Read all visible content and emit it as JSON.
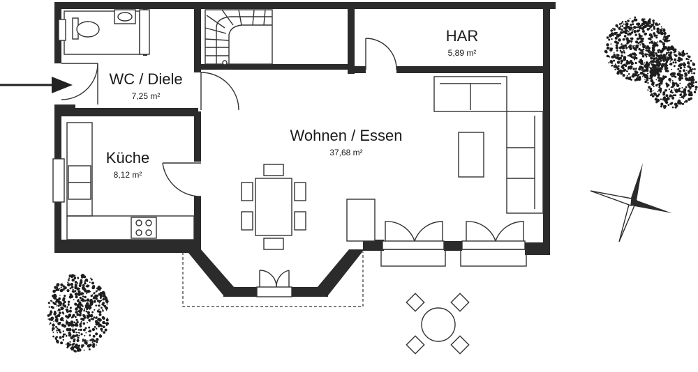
{
  "rooms": [
    {
      "name": "WC / Diele",
      "area": "7,25 m²"
    },
    {
      "name": "Küche",
      "area": "8,12 m²"
    },
    {
      "name": "HAR",
      "area": "5,89 m²"
    },
    {
      "name": "Wohnen / Essen",
      "area": "37,68 m²"
    }
  ],
  "icons": {
    "entrance": "entrance-arrow-icon",
    "compass": "compass-rose-icon",
    "tree": "tree-icon"
  },
  "colors": {
    "wall": "#2b2b2b",
    "line": "#333333",
    "background": "#ffffff"
  }
}
